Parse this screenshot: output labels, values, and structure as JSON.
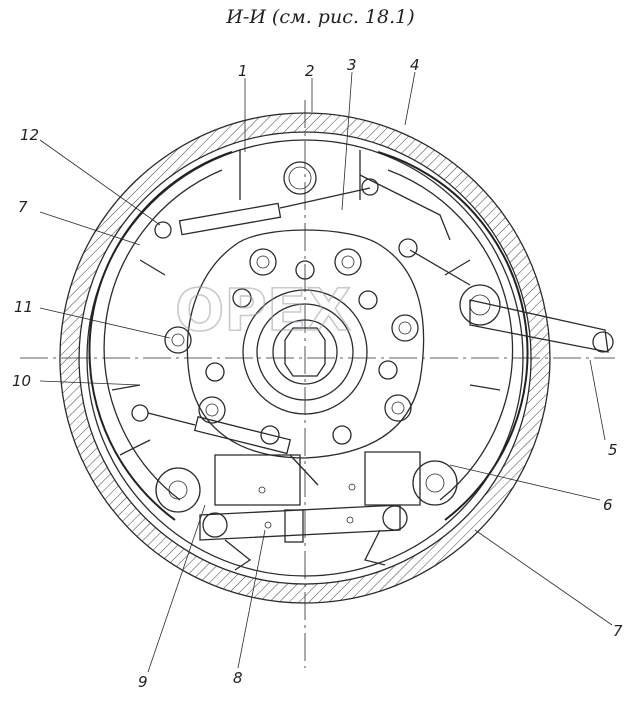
{
  "drawing": {
    "title": "И-И (см. рис. 18.1)"
  },
  "callouts": [
    {
      "id": "1",
      "text": "1"
    },
    {
      "id": "2",
      "text": "2"
    },
    {
      "id": "3",
      "text": "3"
    },
    {
      "id": "4",
      "text": "4"
    },
    {
      "id": "5",
      "text": "5"
    },
    {
      "id": "6",
      "text": "6"
    },
    {
      "id": "7a",
      "text": "7"
    },
    {
      "id": "7b",
      "text": "7"
    },
    {
      "id": "8",
      "text": "8"
    },
    {
      "id": "9",
      "text": "9"
    },
    {
      "id": "10",
      "text": "10"
    },
    {
      "id": "11",
      "text": "11"
    },
    {
      "id": "12",
      "text": "12"
    }
  ],
  "watermark": {
    "text": "OPEX"
  }
}
